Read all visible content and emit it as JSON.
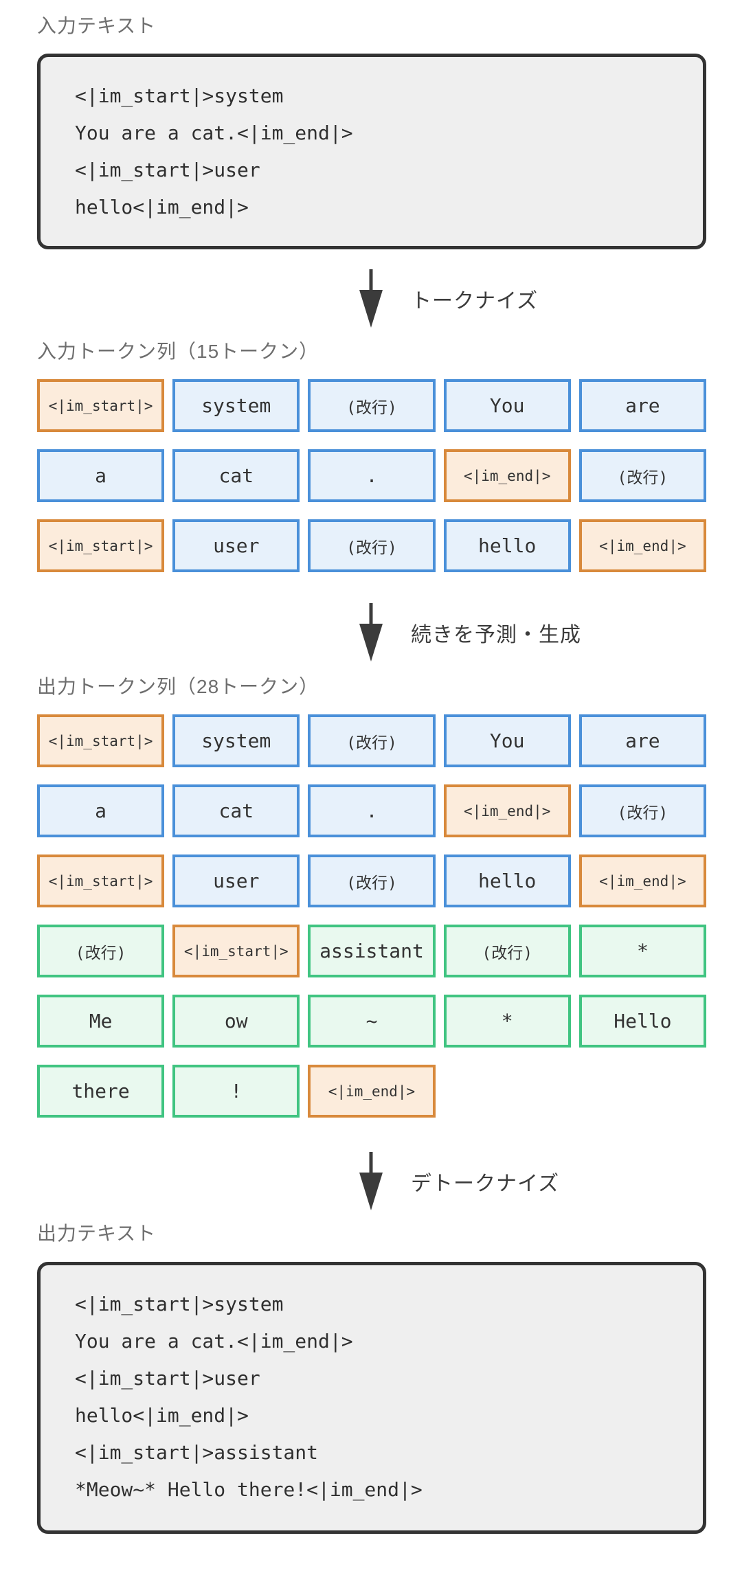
{
  "colors": {
    "page_bg": "#ffffff",
    "label_gray": "#6e6e6e",
    "box_border": "#333333",
    "box_bg": "#efefef",
    "code_text": "#2f2f2f",
    "arrow": "#3b3b3b",
    "token_blue_border": "#4a90d9",
    "token_blue_bg": "#e7f1fb",
    "token_orange_border": "#d8893b",
    "token_orange_bg": "#fcecdc",
    "token_green_border": "#40c481",
    "token_green_bg": "#e9f9ef"
  },
  "input_text": {
    "label": "入力テキスト",
    "lines": [
      "<|im_start|>system",
      "You are a cat.<|im_end|>",
      "<|im_start|>user",
      "hello<|im_end|>"
    ]
  },
  "steps": {
    "tokenize": "トークナイズ",
    "generate": "続きを予測・生成",
    "detokenize": "デトークナイズ"
  },
  "input_tokens": {
    "heading": "入力トークン列（15トークン）",
    "rows": [
      [
        {
          "text": "<|im_start|>",
          "kind": "special"
        },
        {
          "text": "system",
          "kind": "input"
        },
        {
          "text": "(改行)",
          "kind": "input-nl"
        },
        {
          "text": "You",
          "kind": "input"
        },
        {
          "text": "are",
          "kind": "input"
        }
      ],
      [
        {
          "text": "a",
          "kind": "input"
        },
        {
          "text": "cat",
          "kind": "input"
        },
        {
          "text": ".",
          "kind": "input"
        },
        {
          "text": "<|im_end|>",
          "kind": "special"
        },
        {
          "text": "(改行)",
          "kind": "input-nl"
        }
      ],
      [
        {
          "text": "<|im_start|>",
          "kind": "special"
        },
        {
          "text": "user",
          "kind": "input"
        },
        {
          "text": "(改行)",
          "kind": "input-nl"
        },
        {
          "text": "hello",
          "kind": "input"
        },
        {
          "text": "<|im_end|>",
          "kind": "special"
        }
      ]
    ]
  },
  "output_tokens": {
    "heading": "出力トークン列（28トークン）",
    "rows": [
      [
        {
          "text": "<|im_start|>",
          "kind": "special"
        },
        {
          "text": "system",
          "kind": "input"
        },
        {
          "text": "(改行)",
          "kind": "input-nl"
        },
        {
          "text": "You",
          "kind": "input"
        },
        {
          "text": "are",
          "kind": "input"
        }
      ],
      [
        {
          "text": "a",
          "kind": "input"
        },
        {
          "text": "cat",
          "kind": "input"
        },
        {
          "text": ".",
          "kind": "input"
        },
        {
          "text": "<|im_end|>",
          "kind": "special"
        },
        {
          "text": "(改行)",
          "kind": "input-nl"
        }
      ],
      [
        {
          "text": "<|im_start|>",
          "kind": "special"
        },
        {
          "text": "user",
          "kind": "input"
        },
        {
          "text": "(改行)",
          "kind": "input-nl"
        },
        {
          "text": "hello",
          "kind": "input"
        },
        {
          "text": "<|im_end|>",
          "kind": "special"
        }
      ],
      [
        {
          "text": "(改行)",
          "kind": "gen-nl"
        },
        {
          "text": "<|im_start|>",
          "kind": "special"
        },
        {
          "text": "assistant",
          "kind": "gen"
        },
        {
          "text": "(改行)",
          "kind": "gen-nl"
        },
        {
          "text": "*",
          "kind": "gen"
        }
      ],
      [
        {
          "text": "Me",
          "kind": "gen"
        },
        {
          "text": "ow",
          "kind": "gen"
        },
        {
          "text": "~",
          "kind": "gen"
        },
        {
          "text": "*",
          "kind": "gen"
        },
        {
          "text": "Hello",
          "kind": "gen"
        }
      ],
      [
        {
          "text": "there",
          "kind": "gen"
        },
        {
          "text": "!",
          "kind": "gen"
        },
        {
          "text": "<|im_end|>",
          "kind": "special"
        }
      ]
    ]
  },
  "output_text": {
    "label": "出力テキスト",
    "lines": [
      "<|im_start|>system",
      "You are a cat.<|im_end|>",
      "<|im_start|>user",
      "hello<|im_end|>",
      "<|im_start|>assistant",
      "*Meow~* Hello there!<|im_end|>"
    ]
  }
}
